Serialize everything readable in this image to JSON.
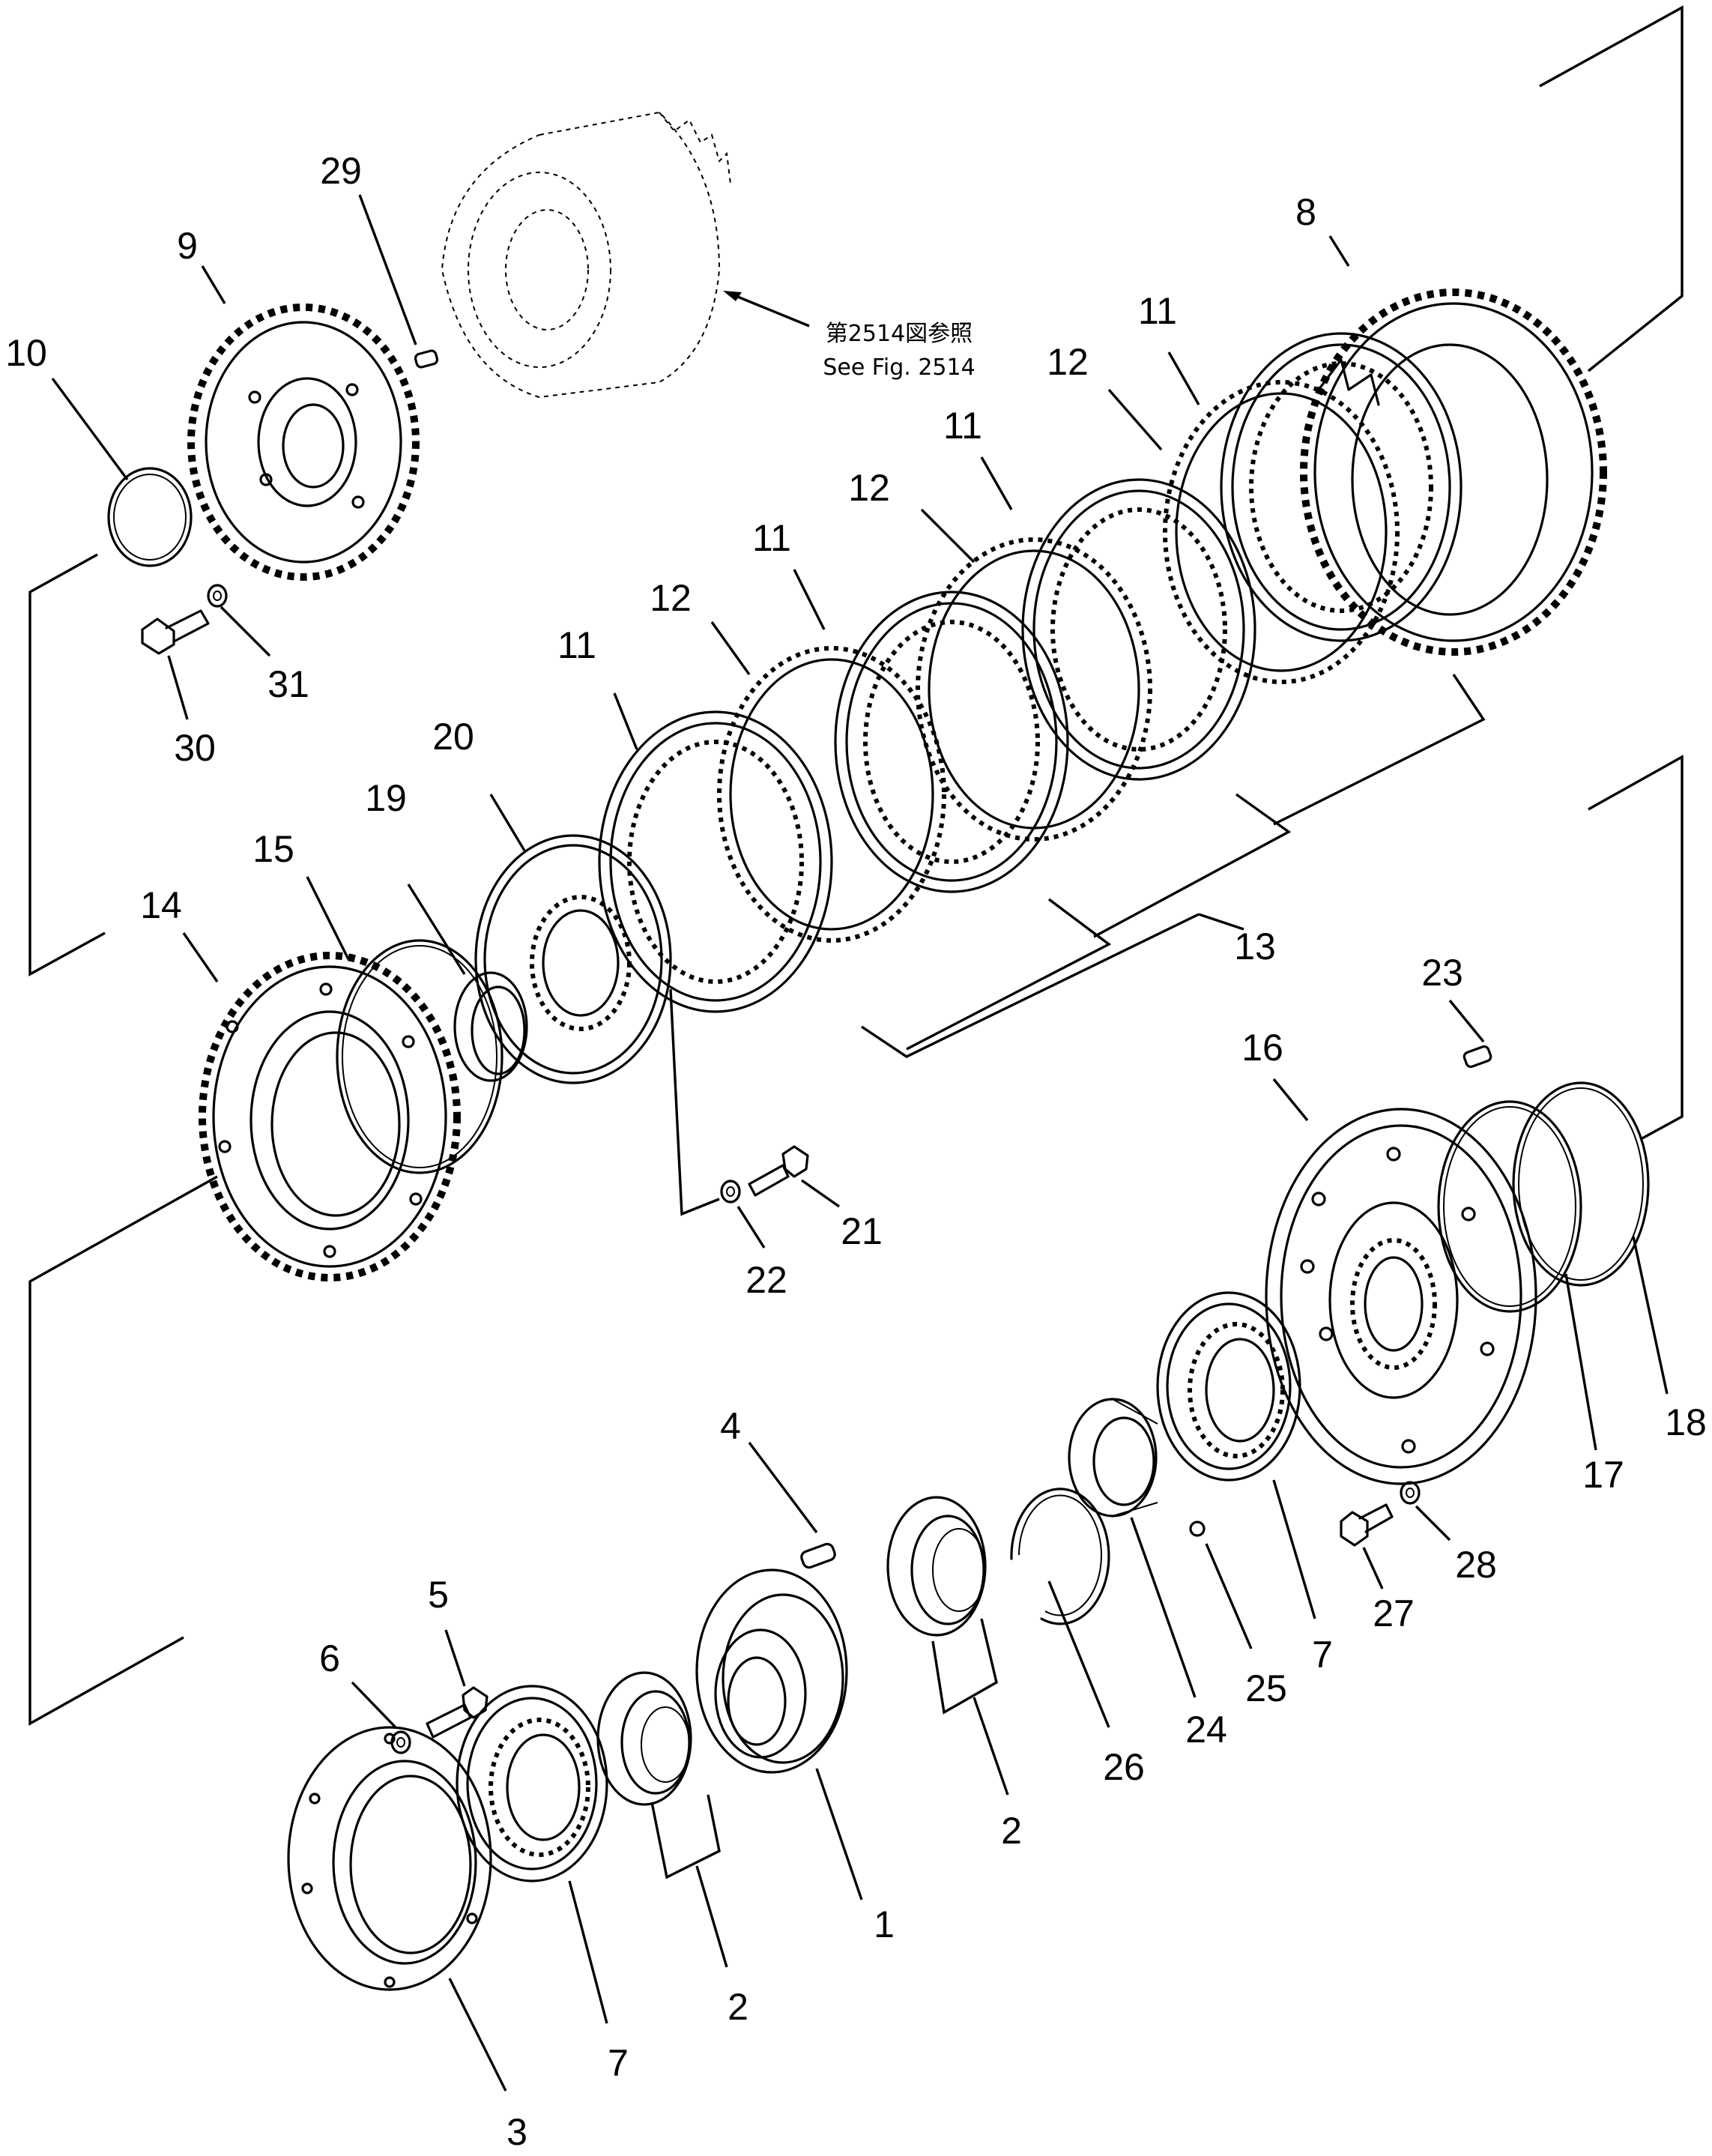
{
  "figure": {
    "reference_note_jp": "第2514図参照",
    "reference_note_en": "See Fig. 2514"
  },
  "callouts": [
    {
      "id": "c1",
      "text": "1"
    },
    {
      "id": "c2a",
      "text": "2"
    },
    {
      "id": "c2b",
      "text": "2"
    },
    {
      "id": "c3",
      "text": "3"
    },
    {
      "id": "c4",
      "text": "4"
    },
    {
      "id": "c5",
      "text": "5"
    },
    {
      "id": "c6",
      "text": "6"
    },
    {
      "id": "c7a",
      "text": "7"
    },
    {
      "id": "c7b",
      "text": "7"
    },
    {
      "id": "c8",
      "text": "8"
    },
    {
      "id": "c9",
      "text": "9"
    },
    {
      "id": "c10",
      "text": "10"
    },
    {
      "id": "c11a",
      "text": "11"
    },
    {
      "id": "c11b",
      "text": "11"
    },
    {
      "id": "c11c",
      "text": "11"
    },
    {
      "id": "c11d",
      "text": "11"
    },
    {
      "id": "c12a",
      "text": "12"
    },
    {
      "id": "c12b",
      "text": "12"
    },
    {
      "id": "c12c",
      "text": "12"
    },
    {
      "id": "c13",
      "text": "13"
    },
    {
      "id": "c14",
      "text": "14"
    },
    {
      "id": "c15",
      "text": "15"
    },
    {
      "id": "c16",
      "text": "16"
    },
    {
      "id": "c17",
      "text": "17"
    },
    {
      "id": "c18",
      "text": "18"
    },
    {
      "id": "c19",
      "text": "19"
    },
    {
      "id": "c20",
      "text": "20"
    },
    {
      "id": "c21",
      "text": "21"
    },
    {
      "id": "c22",
      "text": "22"
    },
    {
      "id": "c23",
      "text": "23"
    },
    {
      "id": "c24",
      "text": "24"
    },
    {
      "id": "c25",
      "text": "25"
    },
    {
      "id": "c26",
      "text": "26"
    },
    {
      "id": "c27",
      "text": "27"
    },
    {
      "id": "c28",
      "text": "28"
    },
    {
      "id": "c29",
      "text": "29"
    },
    {
      "id": "c30",
      "text": "30"
    },
    {
      "id": "c31",
      "text": "31"
    }
  ]
}
